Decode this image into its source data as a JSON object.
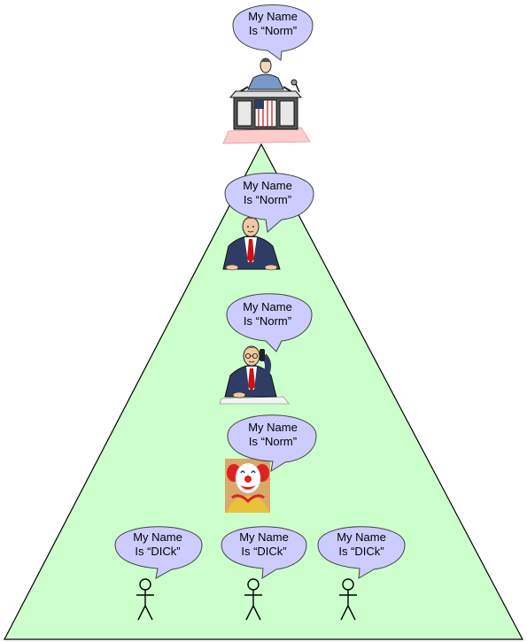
{
  "colors": {
    "pyramid_fill": "#ccffcc",
    "pyramid_stroke": "#000000",
    "bubble_fill": "#ccccff",
    "bubble_stroke": "#444444",
    "desk_mat": "#ffcccc",
    "suit_dark": "#2f3d66",
    "tie_red": "#cc1111",
    "clown_red": "#dd2222",
    "clown_bg": "#d9a86b"
  },
  "bubbles": [
    {
      "id": "top",
      "line1": "My Name",
      "line2": "Is “Norm”"
    },
    {
      "id": "level1",
      "line1": "My Name",
      "line2": "Is “Norm”"
    },
    {
      "id": "level2",
      "line1": "My Name",
      "line2": "Is “Norm”"
    },
    {
      "id": "level3",
      "line1": "My Name",
      "line2": "Is “Norm”"
    },
    {
      "id": "bottom-left",
      "line1": "My Name",
      "line2": "Is “DICk”"
    },
    {
      "id": "bottom-center",
      "line1": "My Name",
      "line2": "Is “DICk”"
    },
    {
      "id": "bottom-right",
      "line1": "My Name",
      "line2": "Is “DICk”"
    }
  ],
  "figures": [
    {
      "id": "executive-at-desk",
      "icon": "executive-desk-icon"
    },
    {
      "id": "businessman",
      "icon": "businessman-icon"
    },
    {
      "id": "businessman-on-phone",
      "icon": "phone-businessman-icon"
    },
    {
      "id": "clown",
      "icon": "clown-icon"
    },
    {
      "id": "stick-figure-left",
      "icon": "stick-figure-icon"
    },
    {
      "id": "stick-figure-center",
      "icon": "stick-figure-icon"
    },
    {
      "id": "stick-figure-right",
      "icon": "stick-figure-icon"
    }
  ]
}
